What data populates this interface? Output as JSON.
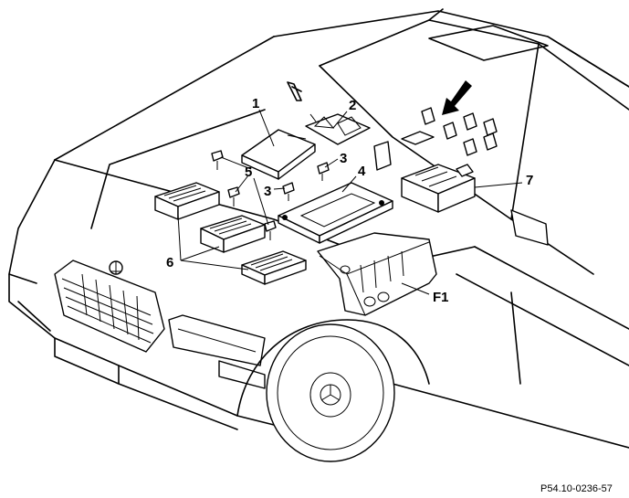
{
  "diagram": {
    "callouts": {
      "c1": "1",
      "c2": "2",
      "c3a": "3",
      "c3b": "3",
      "c4": "4",
      "c5": "5",
      "c6": "6",
      "c7": "7",
      "cf1": "F1"
    },
    "reference": "P54.10-0236-57"
  }
}
